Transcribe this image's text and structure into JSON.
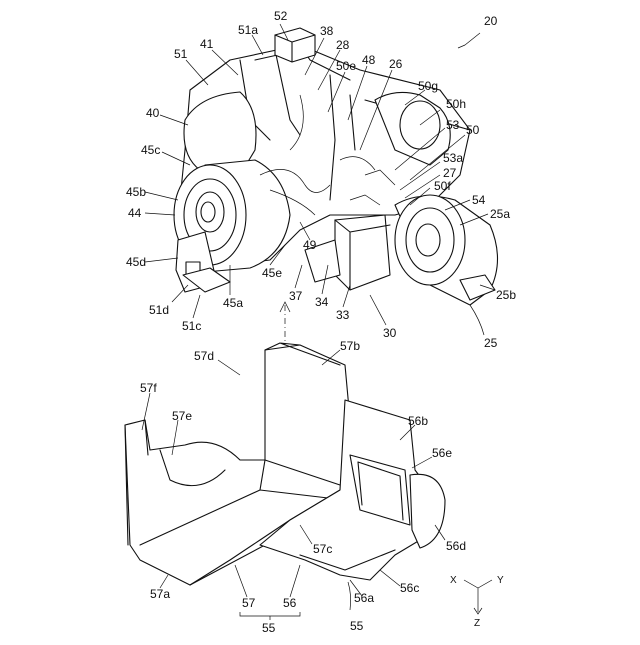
{
  "figure": {
    "labels": [
      "20",
      "52",
      "51a",
      "38",
      "41",
      "28",
      "51",
      "50e",
      "48",
      "26",
      "50g",
      "40",
      "50h",
      "53",
      "50",
      "45c",
      "53a",
      "27",
      "50f",
      "45b",
      "54",
      "25a",
      "44",
      "49",
      "45d",
      "45e",
      "37",
      "34",
      "33",
      "25b",
      "51d",
      "51c",
      "45a",
      "30",
      "25",
      "57d",
      "57b",
      "57f",
      "57e",
      "56b",
      "56e",
      "56d",
      "57c",
      "56c",
      "57a",
      "56a",
      "57",
      "56",
      "55",
      "55",
      "X",
      "Y",
      "Z"
    ]
  }
}
